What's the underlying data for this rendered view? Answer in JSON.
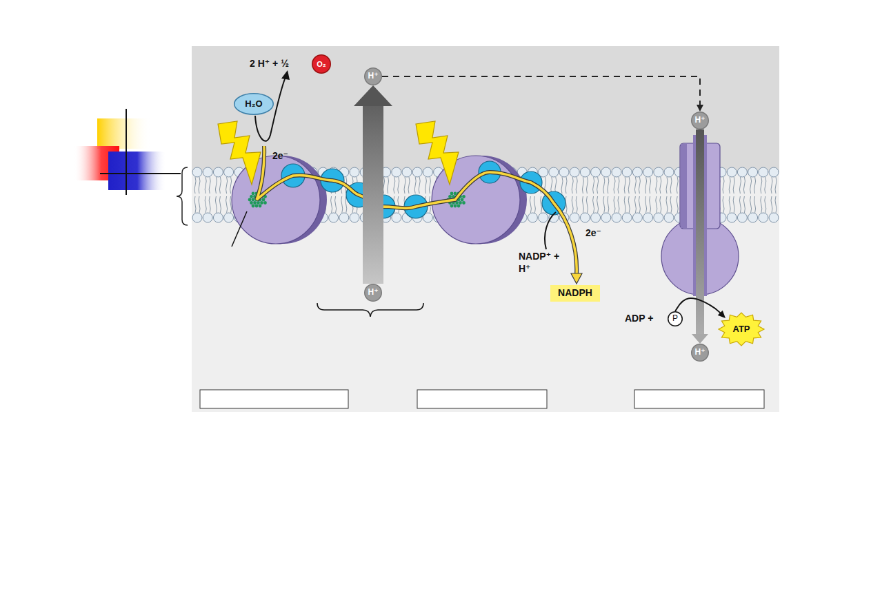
{
  "diagram": {
    "nodes": [
      {
        "text": [
          "H₂O"
        ]
      },
      {
        "text": [
          "O₂"
        ]
      },
      {
        "text": [
          "H⁺"
        ]
      },
      {
        "text": [
          "H⁺"
        ]
      },
      {
        "text": [
          "H⁺"
        ]
      },
      {
        "text": [
          "NADPH"
        ]
      },
      {
        "text": [
          "P"
        ]
      },
      {
        "text": [
          "ATP"
        ]
      },
      {
        "text": [
          "H⁺"
        ]
      }
    ],
    "edges": [
      {
        "from": 4,
        "to": 2,
        "arrow": "to"
      },
      {
        "from": 2,
        "to": 3,
        "arrow": "to"
      },
      {
        "from": 3,
        "to": 8,
        "arrow": "to"
      },
      {
        "from": 6,
        "to": 7,
        "arrow": "to"
      }
    ],
    "labels": [
      "2 H⁺ + ½",
      "2e⁻",
      "2e⁻",
      "NADP⁺ + H⁺",
      "ADP +"
    ]
  }
}
